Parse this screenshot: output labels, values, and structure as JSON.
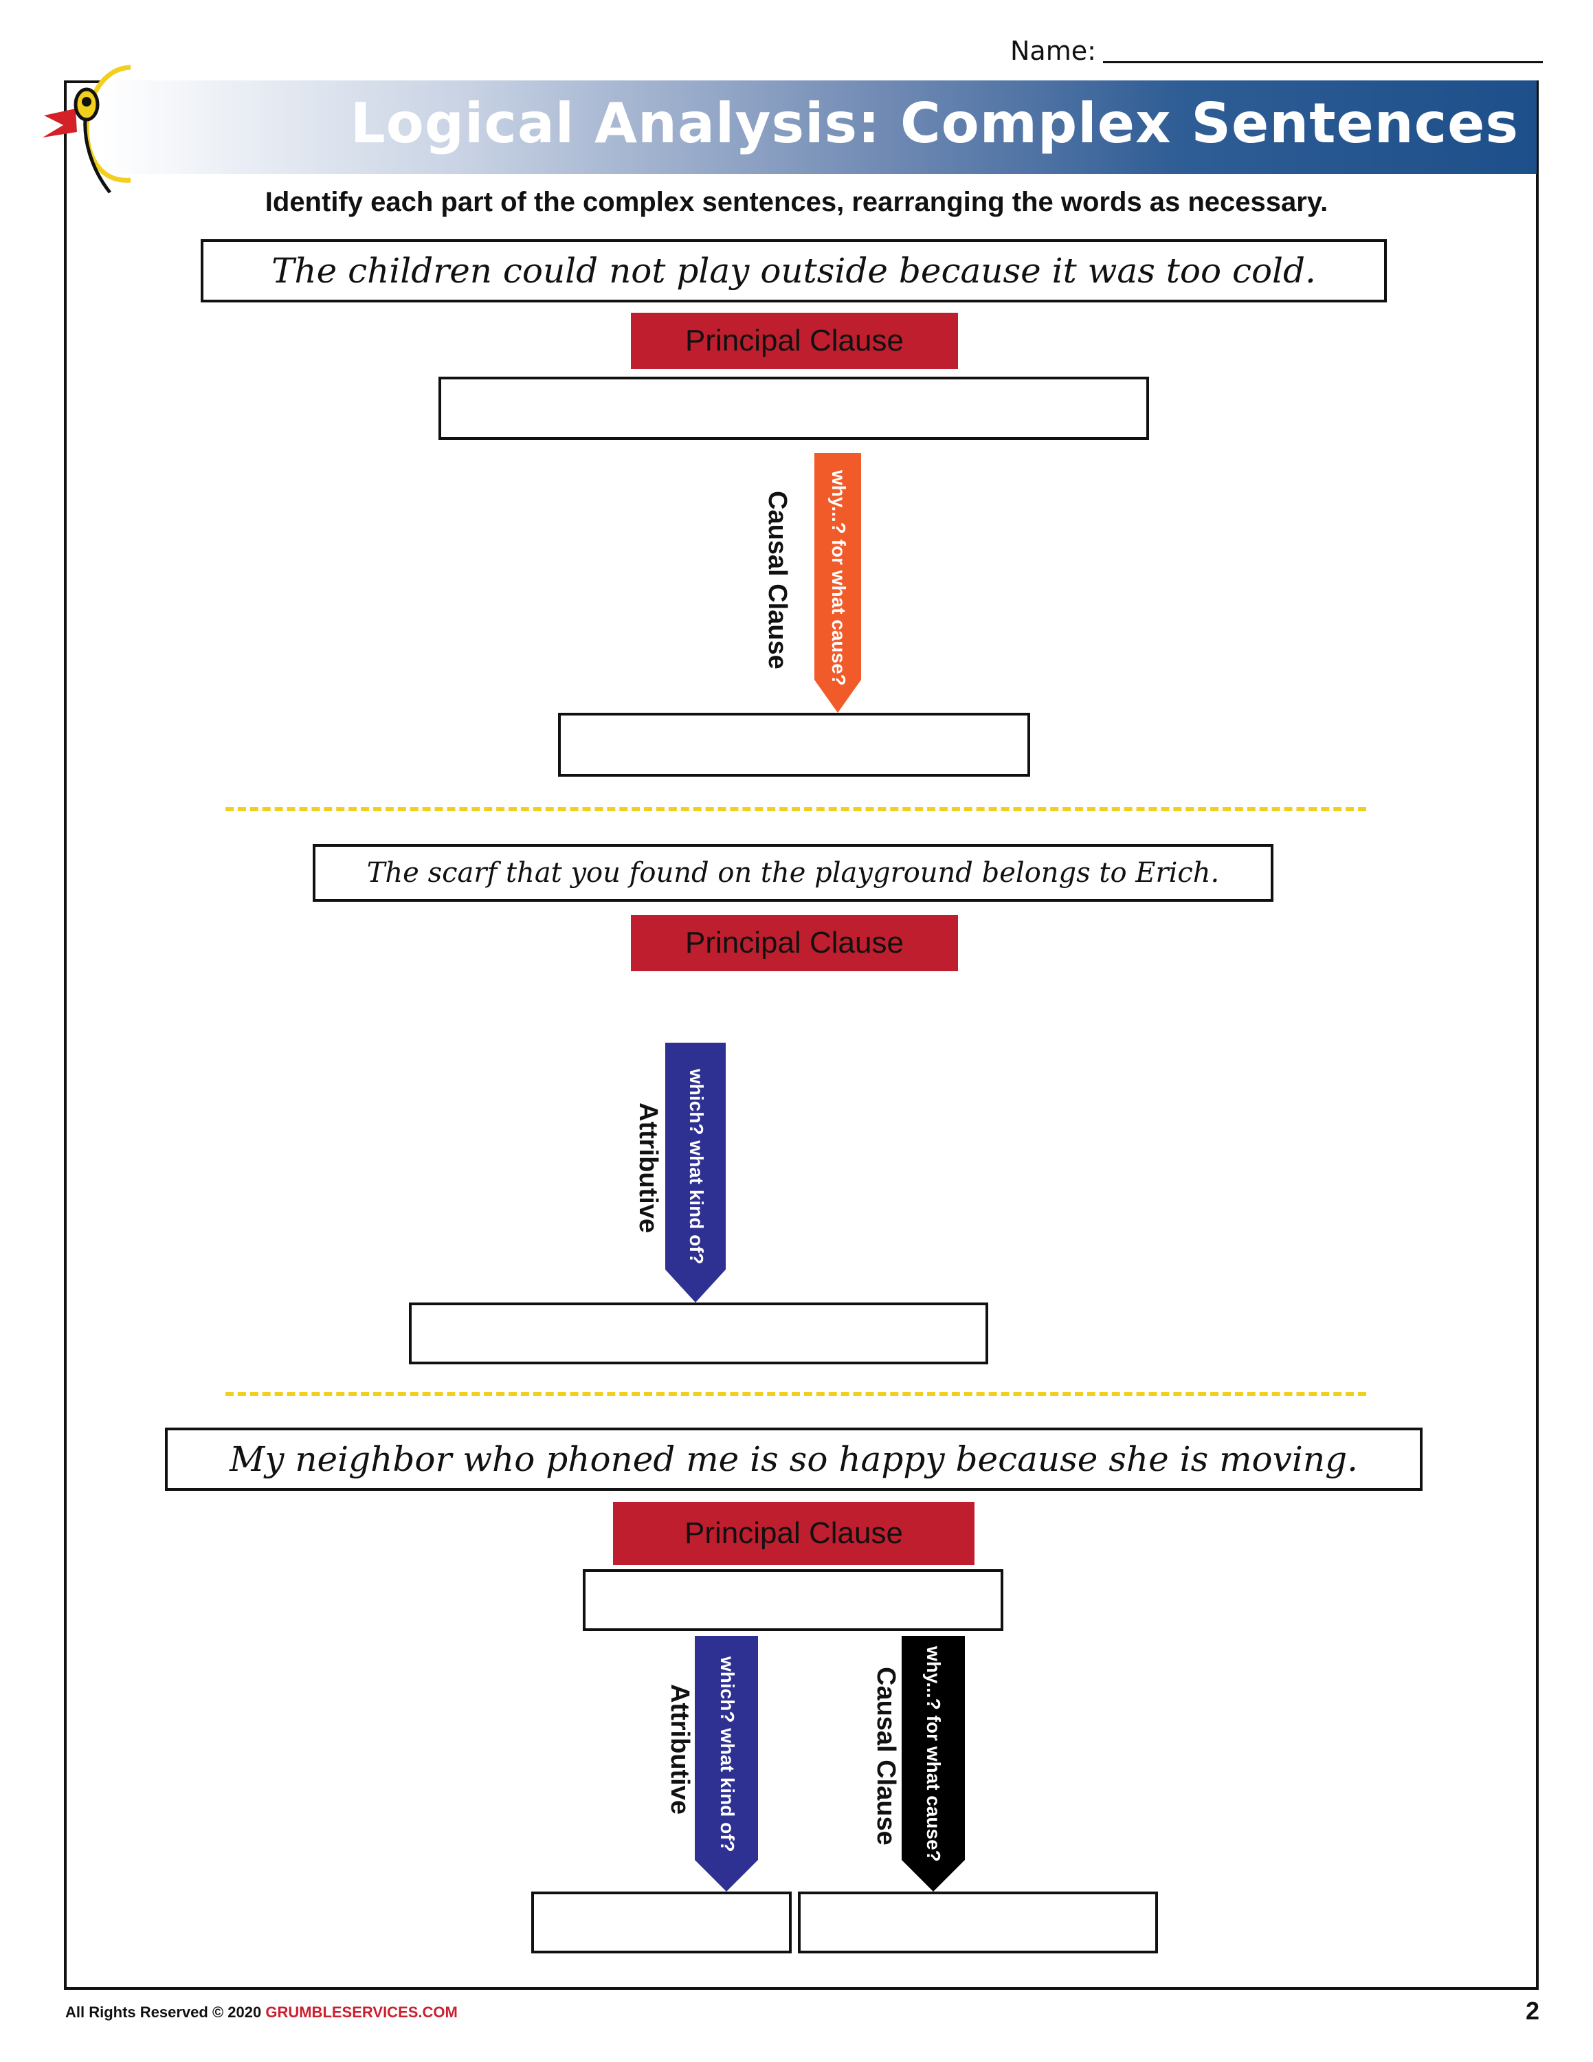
{
  "header": {
    "name_label": "Name:",
    "title": "Logical Analysis: Complex Sentences",
    "colors": {
      "banner_dark": "#1d4f8a",
      "logo_yellow": "#f2cf1d",
      "logo_red": "#d42027"
    }
  },
  "instruction": "Identify each part of the complex sentences, rearranging the words as necessary.",
  "exercises": [
    {
      "sentence": "The children could not play outside because it was too cold.",
      "principal_label": "Principal Clause",
      "arrows": [
        {
          "question": "why...? for what cause?",
          "label": "Causal Clause",
          "color": "#f15a29"
        }
      ]
    },
    {
      "sentence": "The scarf that you found on the playground belongs to Erich.",
      "principal_label": "Principal Clause",
      "arrows": [
        {
          "question": "which? what kind of?",
          "label": "Attributive",
          "color": "#2e3192"
        }
      ]
    },
    {
      "sentence": "My neighbor who phoned me is so happy because she is moving.",
      "principal_label": "Principal Clause",
      "arrows": [
        {
          "question": "which? what kind of?",
          "label": "Attributive",
          "color": "#2e3192"
        },
        {
          "question": "why...? for what cause?",
          "label": "Causal Clause",
          "color": "#000000"
        }
      ]
    }
  ],
  "colors": {
    "principal_red": "#bf1e2e",
    "divider_yellow": "#f2cf1d"
  },
  "footer": {
    "rights": "All Rights Reserved © 2020",
    "brand": "GRUMBLESERVICES.COM",
    "page": "2"
  }
}
